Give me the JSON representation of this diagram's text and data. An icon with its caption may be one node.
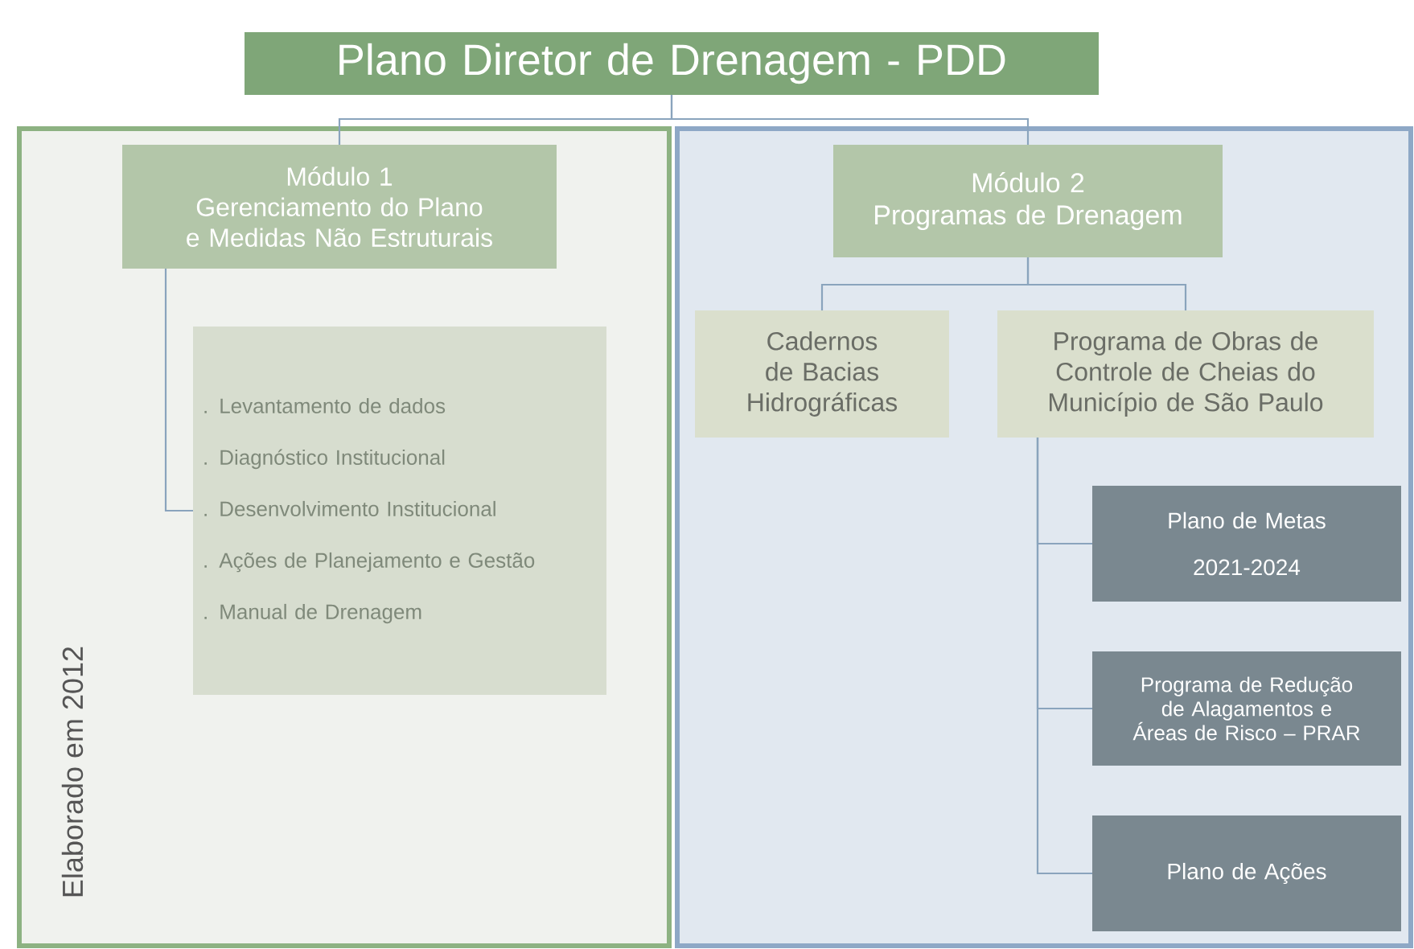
{
  "diagram": {
    "nodes": [
      {
        "text": [
          "Plano Diretor de Drenagem - PDD"
        ]
      },
      {
        "text": [
          "Elaborado em 2012"
        ]
      },
      {
        "text": [
          "Módulo 1",
          "Gerenciamento do Plano e Medidas Não Estruturais"
        ],
        "in": 1
      },
      {
        "text": [
          ". Levantamento de dados",
          ". Diagnóstico Institucional",
          ". Desenvolvimento Institucional",
          ". Ações de Planejamento e Gestão",
          ". Manual de Drenagem"
        ],
        "in": 1
      },
      {
        "text": [],
        "shape": "box"
      },
      {
        "text": [
          "Módulo 2",
          "Programas de Drenagem"
        ],
        "in": 4
      },
      {
        "text": [
          "Cadernos de Bacias Hidrográficas"
        ],
        "in": 4
      },
      {
        "text": [
          "Programa de Obras de Controle de Cheias do Município de São Paulo"
        ],
        "in": 4
      },
      {
        "text": [
          "Plano de Metas",
          "2021-2024"
        ],
        "in": 4
      },
      {
        "text": [
          "Programa de Redução de Alagamentos e Áreas de Risco – PRAR"
        ],
        "in": 4
      },
      {
        "text": [
          "Plano de Ações"
        ],
        "in": 4
      }
    ],
    "edges": [
      {
        "from": 0,
        "to": 2,
        "arrow": "none"
      },
      {
        "from": 0,
        "to": 5,
        "arrow": "none"
      },
      {
        "from": 2,
        "to": 3,
        "arrow": "none"
      },
      {
        "from": 5,
        "to": 6,
        "arrow": "none"
      },
      {
        "from": 5,
        "to": 7,
        "arrow": "none"
      },
      {
        "from": 7,
        "to": 8,
        "arrow": "none"
      },
      {
        "from": 7,
        "to": 9,
        "arrow": "none"
      },
      {
        "from": 7,
        "to": 10,
        "arrow": "none"
      }
    ]
  }
}
